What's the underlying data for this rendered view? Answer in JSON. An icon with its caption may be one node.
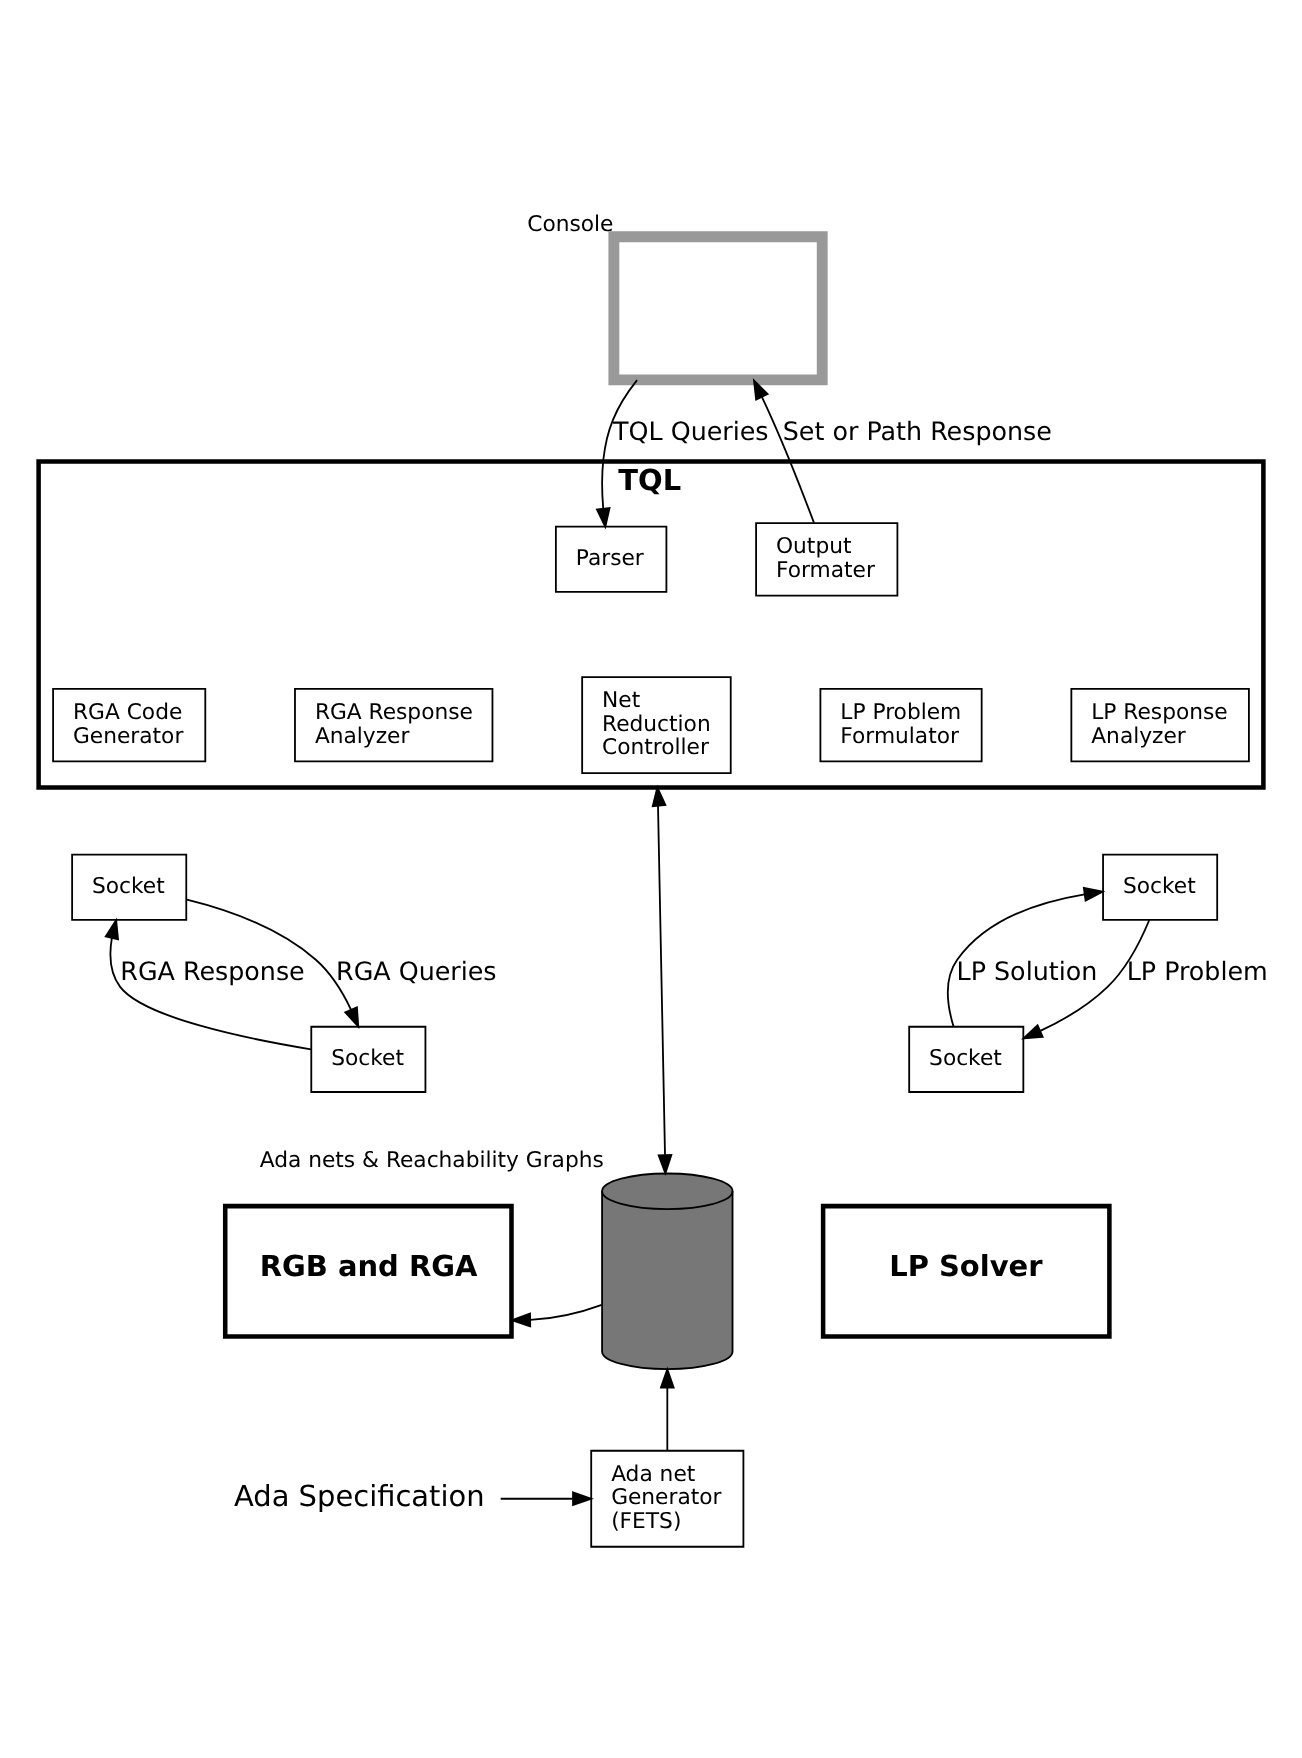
{
  "diagram": {
    "nodes": [
      {
        "text": [],
        "shape": "monitor",
        "beside": [
          "Console"
        ]
      },
      {
        "text": [
          "TQL"
        ]
      },
      {
        "text": [
          "Parser"
        ],
        "in": 1
      },
      {
        "text": [
          "Output Formater"
        ],
        "in": 1
      },
      {
        "text": [
          "RGA Code Generator"
        ],
        "in": 1
      },
      {
        "text": [
          "RGA Response Analyzer"
        ],
        "in": 1
      },
      {
        "text": [
          "Net Reduction Controller"
        ],
        "in": 1
      },
      {
        "text": [
          "LP Problem Formulator"
        ],
        "in": 1
      },
      {
        "text": [
          "LP Response Analyzer"
        ],
        "in": 1
      },
      {
        "text": [
          "Socket"
        ]
      },
      {
        "text": [
          "Socket"
        ]
      },
      {
        "text": [
          "Socket"
        ]
      },
      {
        "text": [
          "RGB and RGA"
        ]
      },
      {
        "text": [
          "Socket"
        ]
      },
      {
        "text": [
          "LP Solver"
        ]
      },
      {
        "text": [],
        "shape": "cylinder",
        "beside": [
          "Ada nets & Reachability Graphs"
        ]
      },
      {
        "text": [
          "Ada net Generator (FETS)"
        ]
      },
      {
        "text": [
          "Ada Specification"
        ]
      }
    ],
    "edges": [
      {
        "from": 0,
        "to": 2,
        "arrow": "to",
        "label": "TQL Queries"
      },
      {
        "from": 3,
        "to": 0,
        "arrow": "to",
        "label": "Set or Path Response"
      },
      {
        "from": 9,
        "to": 11,
        "arrow": "to",
        "label": "RGA Queries"
      },
      {
        "from": 11,
        "to": 9,
        "arrow": "to",
        "label": "RGA Response"
      },
      {
        "from": 10,
        "to": 13,
        "arrow": "to",
        "label": "LP Problem"
      },
      {
        "from": 13,
        "to": 10,
        "arrow": "to",
        "label": "LP Solution"
      },
      {
        "from": 1,
        "to": 15,
        "arrow": "both"
      },
      {
        "from": 15,
        "to": 12,
        "arrow": "to"
      },
      {
        "from": 16,
        "to": 15,
        "arrow": "to"
      },
      {
        "from": 17,
        "to": 16,
        "arrow": "to"
      }
    ]
  }
}
